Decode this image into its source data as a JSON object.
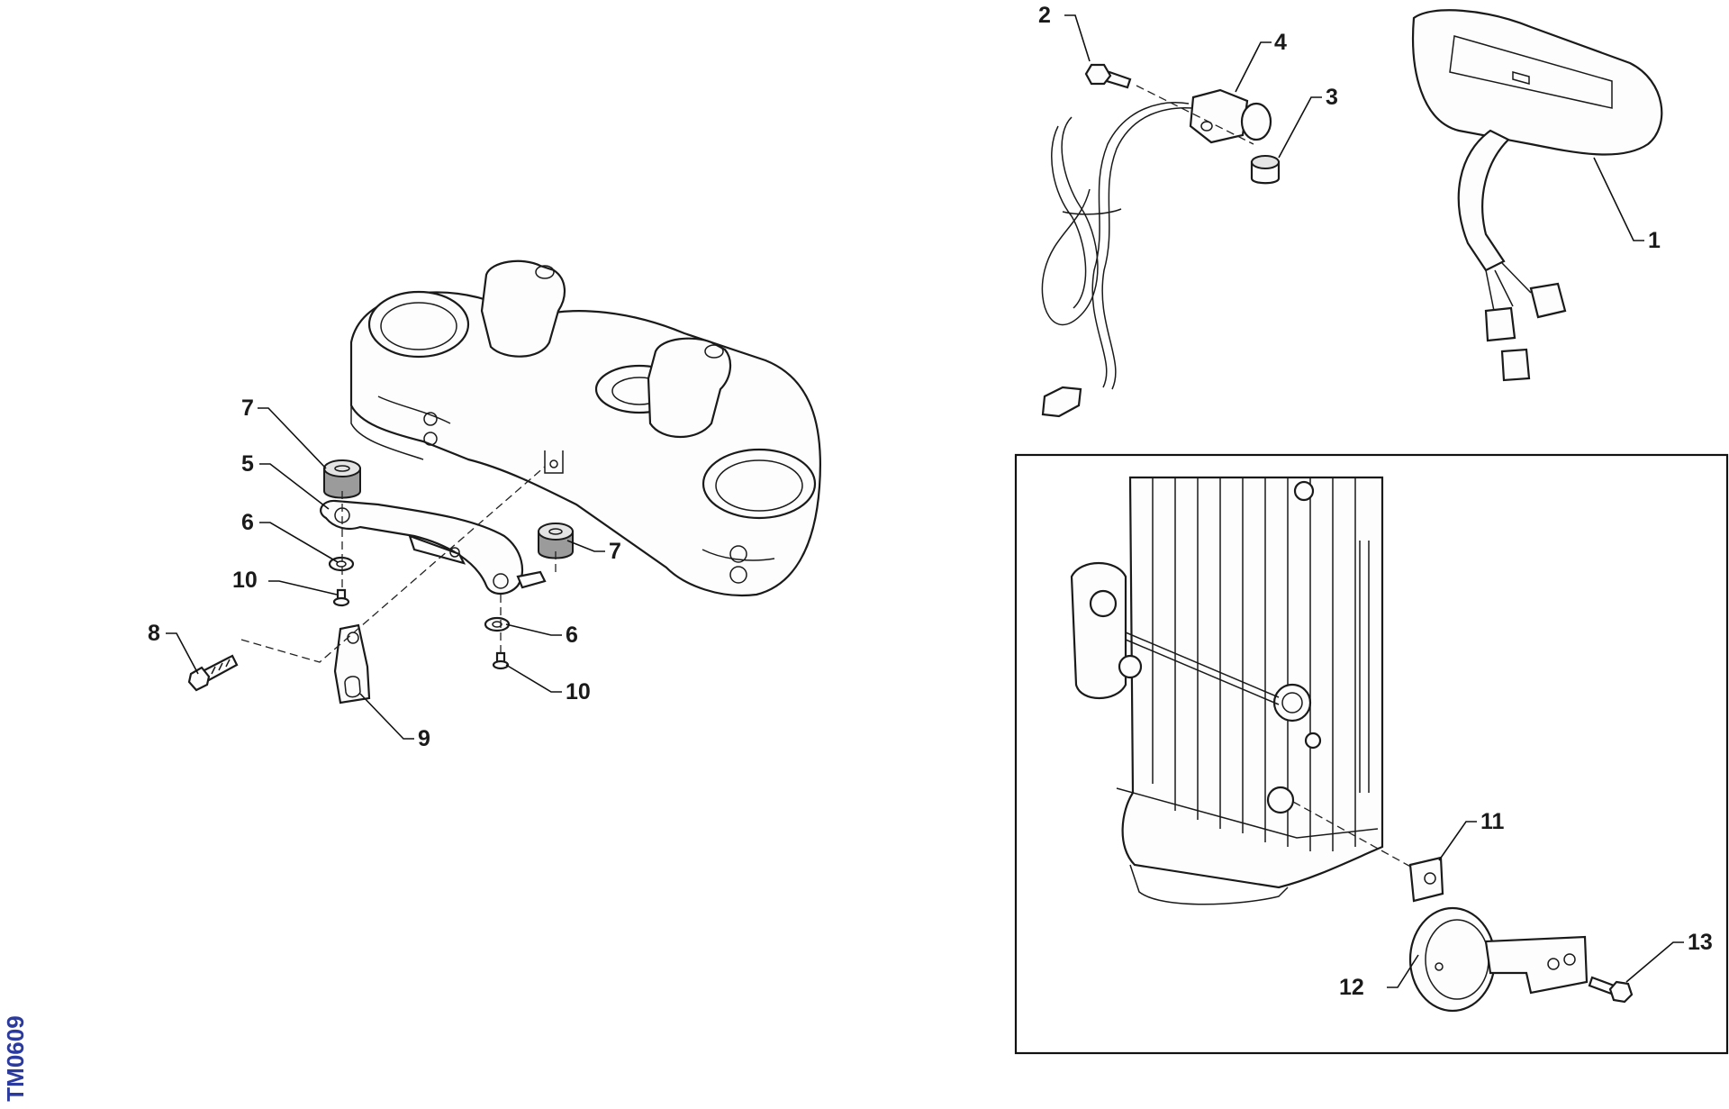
{
  "drawing_code": "TM0609",
  "callouts": {
    "c1": "1",
    "c2": "2",
    "c3": "3",
    "c4": "4",
    "c5": "5",
    "c6a": "6",
    "c6b": "6",
    "c7a": "7",
    "c7b": "7",
    "c8": "8",
    "c9": "9",
    "c10a": "10",
    "c10b": "10",
    "c11": "11",
    "c12": "12",
    "c13": "13"
  },
  "colors": {
    "code_label": "#2b3a9e",
    "line": "#1a1a1a",
    "rubber": "#9b9b9b"
  }
}
